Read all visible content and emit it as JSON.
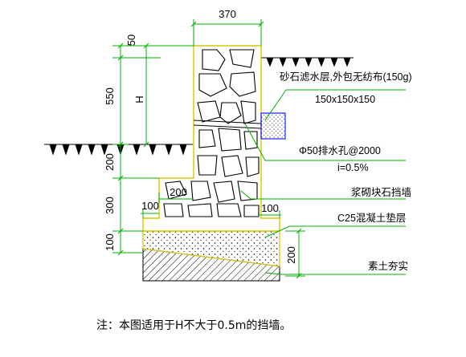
{
  "dimensions": {
    "top_width": "370",
    "d50": "50",
    "d550": "550",
    "h_label": "H",
    "d200_left": "200",
    "d300": "300",
    "d100_left": "100",
    "d100_bottom": "100",
    "step_width": "200",
    "right_toe": "100",
    "cushion_thickness": "200"
  },
  "labels": {
    "filter_layer": "砂石滤水层,外包无纺布(150g)",
    "filter_size": "150x150x150",
    "drain_hole": "Φ50排水孔@2000",
    "slope": "i=0.5%",
    "wall_material": "浆砌块石挡墙",
    "cushion": "C25混凝土垫层",
    "soil": "素土夯实"
  },
  "note": "注：本图适用于H不大于0.5m的挡墙。",
  "colors": {
    "dimension_lines": "#00b000",
    "wall_outline": "#d8c800",
    "filter_box": "#1a1aff"
  }
}
